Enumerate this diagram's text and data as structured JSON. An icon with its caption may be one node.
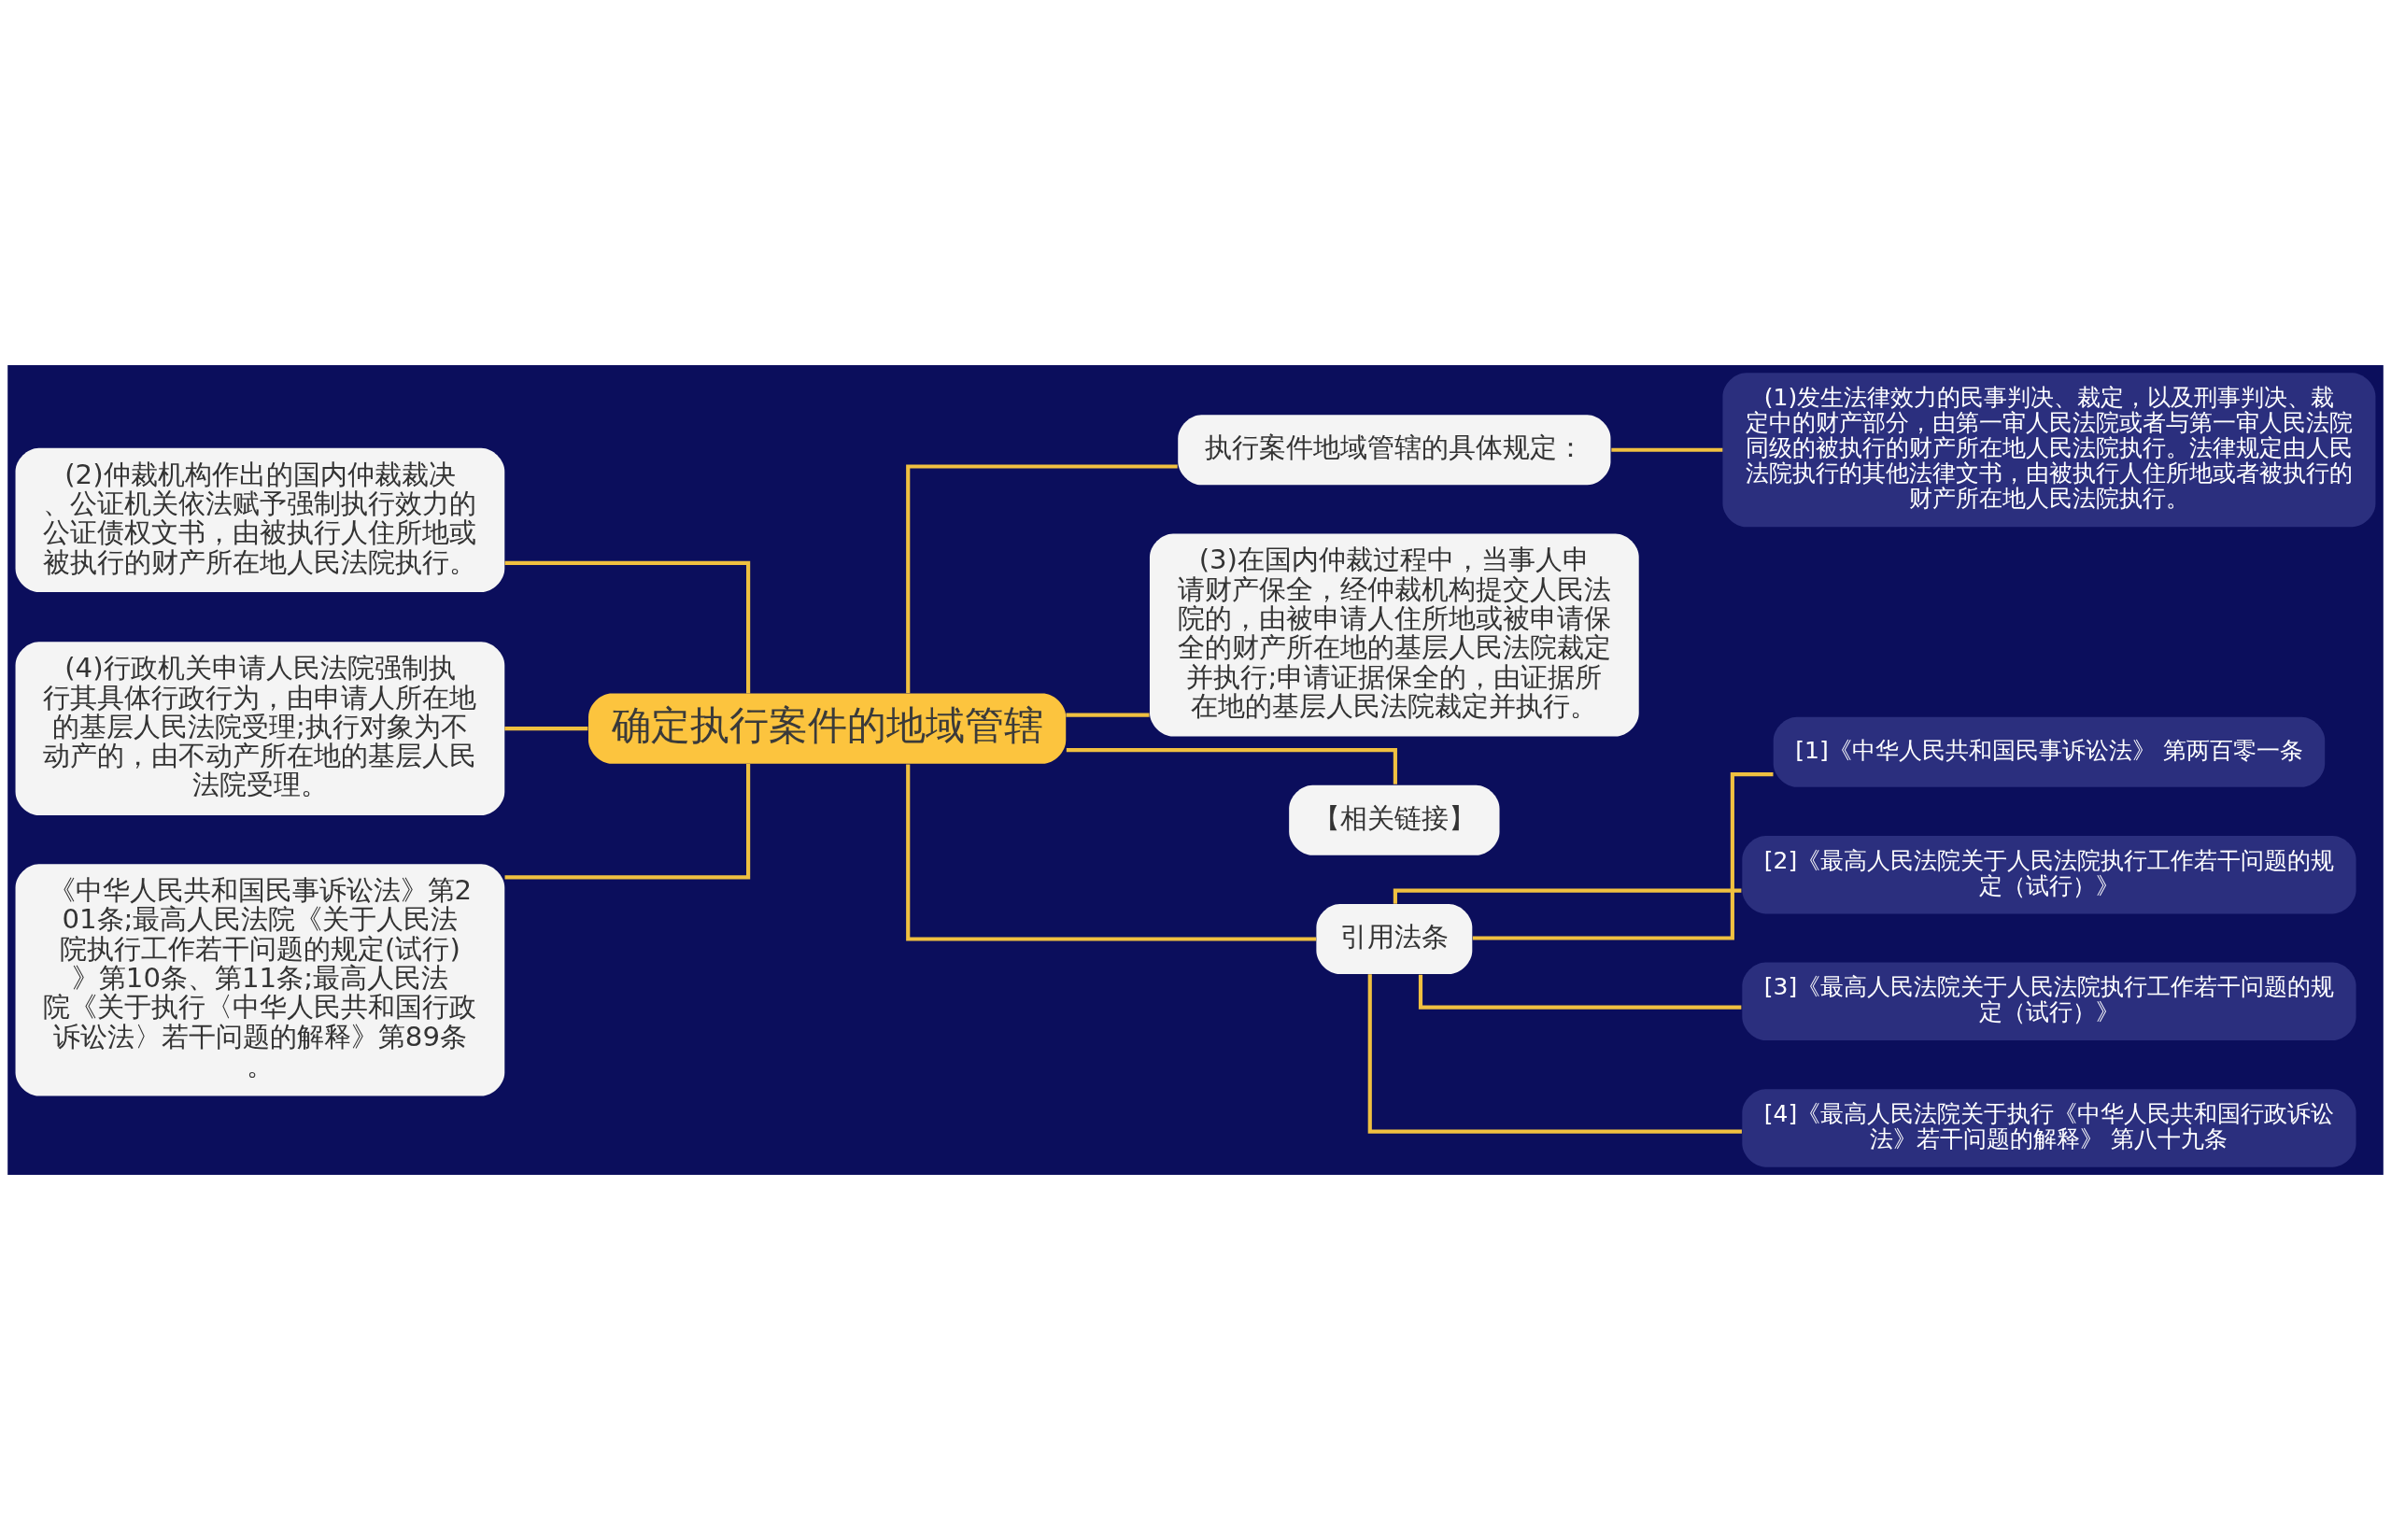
{
  "diagram": {
    "nodes": [
      {
        "text": [
          "(2)仲裁机构作出的国内仲裁裁决、公证机关依法赋予强制执行效力的公证债权文书，由被执行人住所地或被执行的财产所在地人民法院执行。"
        ]
      },
      {
        "text": [
          "(4)行政机关申请人民法院强制执行其具体行政行为，由申请人所在地的基层人民法院受理;执行对象为不动产的，由不动产所在地的基层人民法院受理。"
        ]
      },
      {
        "text": [
          "《中华人民共和国民事诉讼法》第201条;最高人民法院《关于人民法院执行工作若干问题的规定(试行)》第10条、第11条;最高人民法院《关于执行〈中华人民共和国行政诉讼法〉若干问题的解释》第89条。"
        ]
      },
      {
        "text": [
          "确定执行案件的地域管辖"
        ]
      },
      {
        "text": [
          "执行案件地域管辖的具体规定："
        ]
      },
      {
        "text": [
          "(1)发生法律效力的民事判决、裁定，以及刑事判决、裁定中的财产部分，由第一审人民法院或者与第一审人民法院同级的被执行的财产所在地人民法院执行。法律规定由人民法院执行的其他法律文书，由被执行人住所地或者被执行的财产所在地人民法院执行。"
        ]
      },
      {
        "text": [
          "(3)在国内仲裁过程中，当事人申请财产保全，经仲裁机构提交人民法院的，由被申请人住所地或被申请保全的财产所在地的基层人民法院裁定并执行;申请证据保全的，由证据所在地的基层人民法院裁定并执行。"
        ]
      },
      {
        "text": [
          "【相关链接】"
        ]
      },
      {
        "text": [
          "引用法条"
        ]
      },
      {
        "text": [
          "[1]《中华人民共和国民事诉讼法》 第两百零一条"
        ]
      },
      {
        "text": [
          "[2]《最高人民法院关于人民法院执行工作若干问题的规定（试行）》"
        ]
      },
      {
        "text": [
          "[3]《最高人民法院关于人民法院执行工作若干问题的规定（试行）》"
        ]
      },
      {
        "text": [
          "[4]《最高人民法院关于执行《中华人民共和国行政诉讼法》若干问题的解释》 第八十九条"
        ]
      }
    ],
    "edges": [
      {
        "from": 0,
        "to": 3,
        "arrow": "none"
      },
      {
        "from": 1,
        "to": 3,
        "arrow": "none"
      },
      {
        "from": 2,
        "to": 3,
        "arrow": "none"
      },
      {
        "from": 3,
        "to": 4,
        "arrow": "none"
      },
      {
        "from": 4,
        "to": 5,
        "arrow": "none"
      },
      {
        "from": 3,
        "to": 6,
        "arrow": "none"
      },
      {
        "from": 3,
        "to": 7,
        "arrow": "none"
      },
      {
        "from": 3,
        "to": 8,
        "arrow": "none"
      },
      {
        "from": 8,
        "to": 9,
        "arrow": "none"
      },
      {
        "from": 8,
        "to": 10,
        "arrow": "none"
      },
      {
        "from": 8,
        "to": 11,
        "arrow": "none"
      },
      {
        "from": 8,
        "to": 12,
        "arrow": "none"
      }
    ]
  }
}
